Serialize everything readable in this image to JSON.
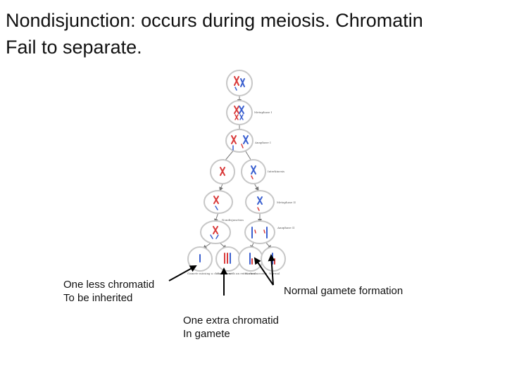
{
  "slide": {
    "title_line1": "Nondisjunction: occurs during meiosis. Chromatin",
    "title_line2": "Fail to separate."
  },
  "diagram": {
    "stage_labels": [
      "Metaphase I",
      "Anaphase I",
      "Interkinesis",
      "Metaphase II",
      "Anaphase II"
    ],
    "nondisjunction_note": "Nondisjunction",
    "gamete_labels": [
      "Gamete missing a chromosome",
      "Gamete with an extra chromosome",
      "Normal",
      "Normal"
    ]
  },
  "annotations": {
    "less": {
      "line1": "One less chromatid",
      "line2": "To be inherited"
    },
    "normal": {
      "text": "Normal gamete formation"
    },
    "extra": {
      "line1": "One extra chromatid",
      "line2": "In gamete"
    }
  },
  "colors": {
    "chromosome_red": "#d93a3a",
    "chromosome_blue": "#3a5fcf",
    "cell_outline": "#c7c7c7"
  }
}
